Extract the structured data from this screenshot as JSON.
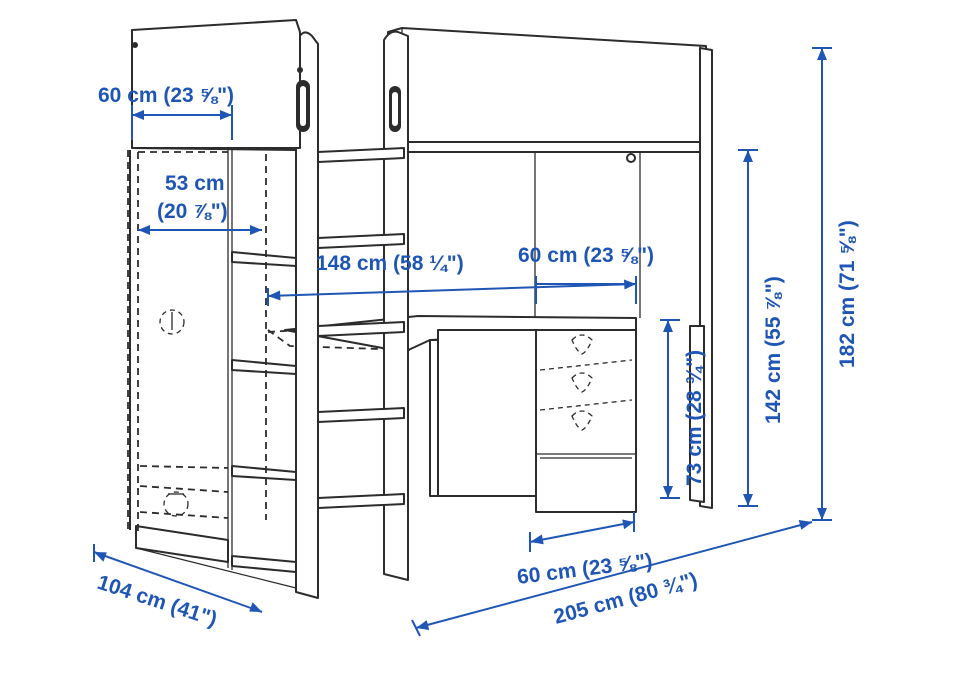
{
  "colors": {
    "dimension": "#1f56b5",
    "line_art": "#2c2c2c",
    "background": "#ffffff"
  },
  "dimensions": {
    "wardrobe_width": "60 cm (23 ⅝\")",
    "wardrobe_inner_width_cm": "53 cm",
    "wardrobe_inner_width_in": "(20 ⅞\")",
    "desk_span": "148 cm (58 ¼\")",
    "desk_drawer_width": "60 cm (23 ⅝\")",
    "desk_height": "73 cm (28 ¾\")",
    "underbed_height": "142 cm (55 ⅞\")",
    "total_height": "182 cm (71 ⅝\")",
    "desk_depth": "60 cm (23 ⅝\")",
    "total_depth": "104 cm (41\")",
    "total_length": "205 cm (80 ¾\")"
  }
}
